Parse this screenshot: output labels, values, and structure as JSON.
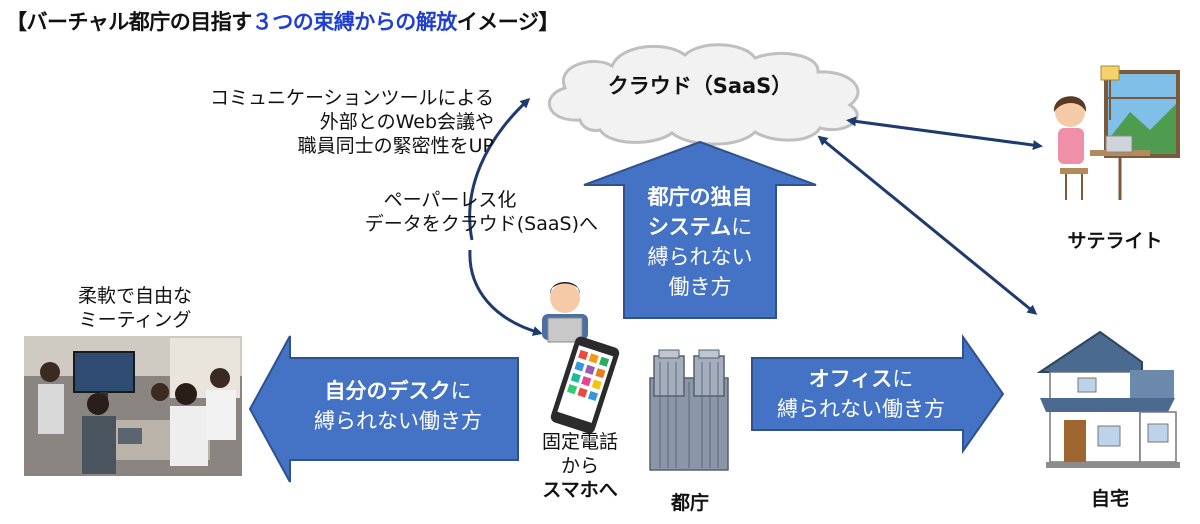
{
  "title": {
    "prefix": "【バーチャル都庁の目指す",
    "highlight": "３つの束縛からの解放",
    "suffix": "イメージ】"
  },
  "cloud": {
    "label": "クラウド（SaaS）"
  },
  "notes": {
    "communication": [
      "コミュニケーションツールによる",
      "外部とのWeb会議や",
      "職員同士の緊密性をUP"
    ],
    "paperless": [
      "ペーパーレス化",
      "データをクラウド(SaaS)へ"
    ],
    "meeting": [
      "柔軟で自由な",
      "ミーティング"
    ],
    "phone": [
      "固定電話",
      "から"
    ],
    "phone_bold": "スマホへ"
  },
  "arrows": {
    "up": {
      "bold1": "都庁の独自",
      "bold2": "システム",
      "reg2": "に",
      "reg3": "縛られない",
      "reg4": "働き方"
    },
    "left": {
      "bold1": "自分のデスク",
      "reg1": "に",
      "reg2": "縛られない働き方"
    },
    "right": {
      "bold1": "オフィス",
      "reg1": "に",
      "reg2": "縛られない働き方"
    }
  },
  "labels": {
    "satellite": "サテライト",
    "home": "自宅",
    "tocho": "都庁"
  },
  "colors": {
    "arrow_fill": "#4472c4",
    "arrow_stroke": "#2f528f",
    "connector": "#1f3a6e",
    "title_accent": "#1f3fd0"
  }
}
